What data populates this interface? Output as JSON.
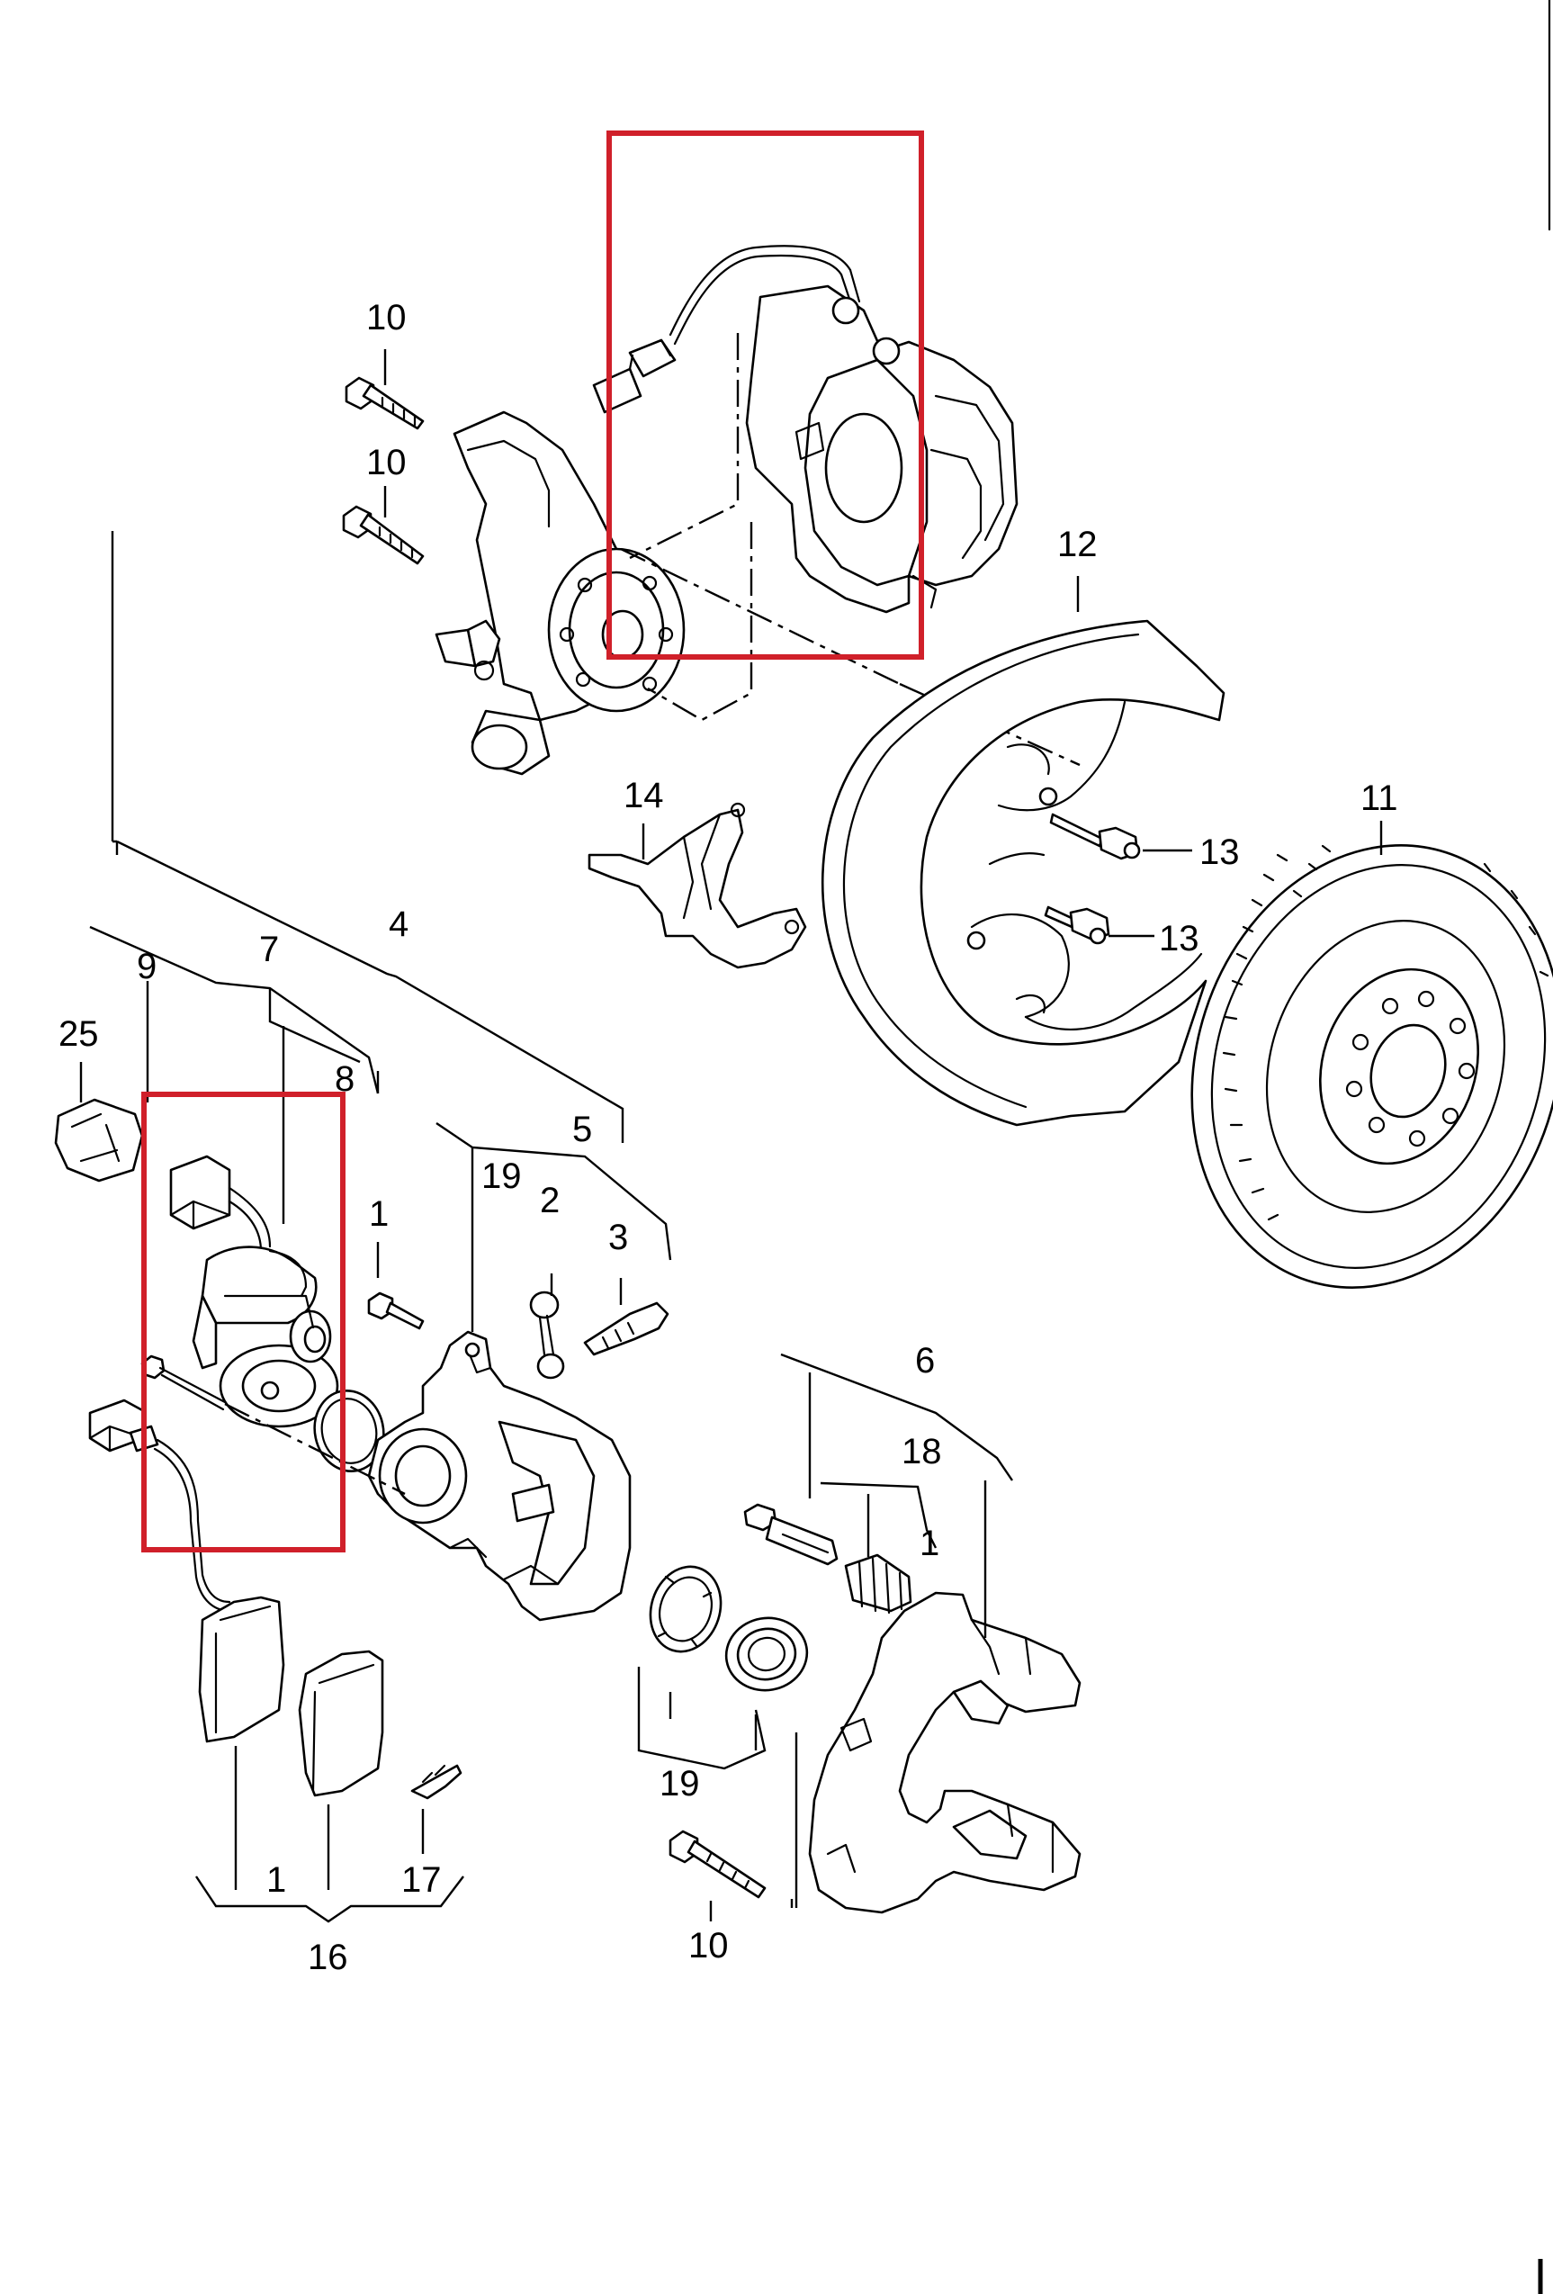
{
  "callouts": {
    "c10a": "10",
    "c10b": "10",
    "c12": "12",
    "c14": "14",
    "c11": "11",
    "c13a": "13",
    "c13b": "13",
    "c4": "4",
    "c9": "9",
    "c7": "7",
    "c25": "25",
    "c8": "8",
    "c5": "5",
    "c19a": "19",
    "c1a": "1",
    "c2": "2",
    "c3": "3",
    "c6": "6",
    "c18": "18",
    "c1b": "1",
    "c19b": "19",
    "c1c": "1",
    "c17": "17",
    "c16": "16",
    "c10c": "10"
  },
  "colors": {
    "line_art": "#000000",
    "background": "#ffffff",
    "highlight_box": "#d0202a"
  }
}
